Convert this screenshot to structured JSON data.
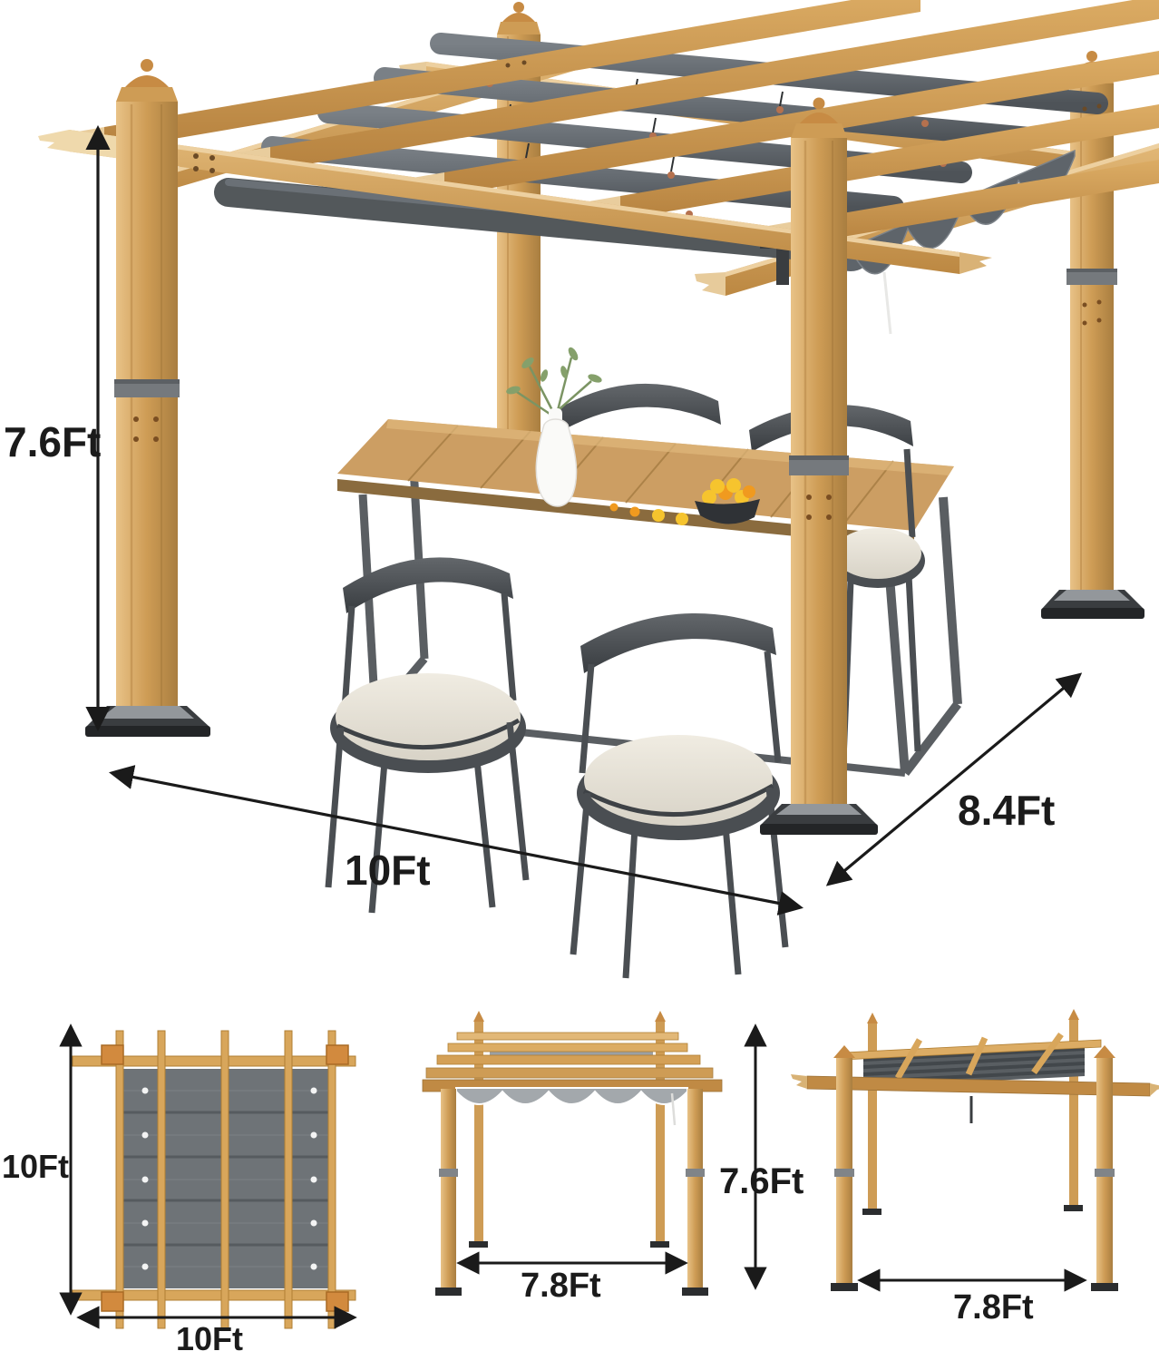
{
  "product_view": "pergola-dimension-diagram",
  "dimensions": {
    "main": {
      "height": "7.6Ft",
      "width": "10Ft",
      "depth": "8.4Ft"
    },
    "top": {
      "height": "10Ft",
      "width": "10Ft"
    },
    "front": {
      "width": "7.8Ft",
      "height": "7.6Ft"
    },
    "side": {
      "width": "7.8Ft"
    }
  },
  "colors": {
    "wood": "#C9964F",
    "wood_light": "#EFD9AC",
    "wood_dark": "#A97E40",
    "canopy_gray": "#6B7177",
    "canopy_dark": "#53585B",
    "metal_gray": "#4A4E52",
    "cushion": "#EAE6DC",
    "label": "#1B1B1B",
    "lemon": "#F6C42E",
    "orange": "#F09A1F",
    "base_plate": "#2B2E30"
  },
  "icons": {
    "arrow": "double-headed-dimension-arrow"
  }
}
